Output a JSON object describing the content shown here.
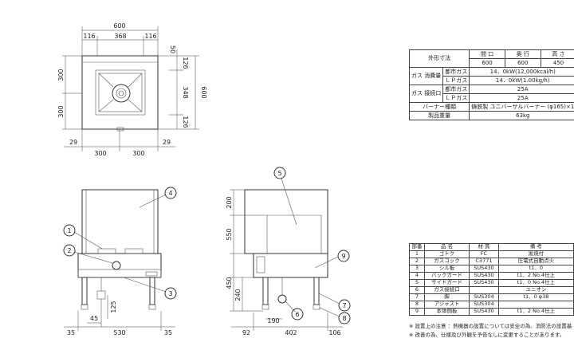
{
  "top_view": {
    "overall_width": "600",
    "segments": [
      "116",
      "368",
      "116"
    ],
    "right_dims": [
      "50",
      "126",
      "348",
      "126"
    ],
    "depth_total": "600",
    "left_dims": [
      "300",
      "300"
    ],
    "bottom_dims": [
      "29",
      "300",
      "300",
      "29"
    ]
  },
  "front_view": {
    "bottom_dims": [
      "35",
      "530",
      "35"
    ],
    "inner_dims": [
      "45",
      "125"
    ],
    "balloons": [
      "1",
      "2",
      "3",
      "4"
    ]
  },
  "side_view": {
    "left_dims": [
      "200",
      "550",
      "450",
      "240"
    ],
    "bottom_dims": [
      "92",
      "402",
      "106"
    ],
    "inner_dim": "190",
    "balloons": [
      "5",
      "6",
      "7",
      "8",
      "9"
    ]
  },
  "spec": {
    "outer_label": "外形寸法",
    "headers": [
      "間 口",
      "奥 行",
      "高 さ"
    ],
    "dims": [
      "600",
      "600",
      "450"
    ],
    "gas_use_label": "ガス\n消費量",
    "gas_conn_label": "ガス\n接続口",
    "city_gas": "都市ガス",
    "lp_gas": "ＬＰガス",
    "consumption_city": "14．0kW(12,000kcal/h)",
    "consumption_lp": "14．0kW(1.00kg/h)",
    "conn_city": "25A",
    "conn_lp": "25A",
    "burner_label": "バーナー種類",
    "burner_value": "鋳鉄製 ユニバーサルバーナー (φ165)×1",
    "weight_label": "製品重量",
    "weight_value": "63kg"
  },
  "parts": {
    "headers": [
      "部番",
      "品 名",
      "材 質",
      "備 考"
    ],
    "rows": [
      [
        "1",
        "ゴトク",
        "FC",
        "黒焼付"
      ],
      [
        "2",
        "ガスコック",
        "C3771",
        "圧電式自動点火"
      ],
      [
        "3",
        "シル板",
        "SUS430",
        "t1．0"
      ],
      [
        "4",
        "バックガード",
        "SUS430",
        "t1．2 No.4仕上"
      ],
      [
        "5",
        "サイドガード",
        "SUS430",
        "t1．0 No.4仕上"
      ],
      [
        "6",
        "ガス接続口",
        "",
        "ユニオン"
      ],
      [
        "7",
        "脚",
        "SUS304",
        "t1．0 φ38"
      ],
      [
        "8",
        "アジャスト",
        "SUS304",
        ""
      ],
      [
        "9",
        "本体側板",
        "SUS430",
        "t1．2 No.4仕上"
      ]
    ]
  },
  "notes": [
    "※ 設置上の注意 ：熱機器の設置については安全の為、消防法の設置基準に従って設置してください。",
    "※ 改善の為、仕様及び外観を予告なしに変更することがあります。"
  ]
}
